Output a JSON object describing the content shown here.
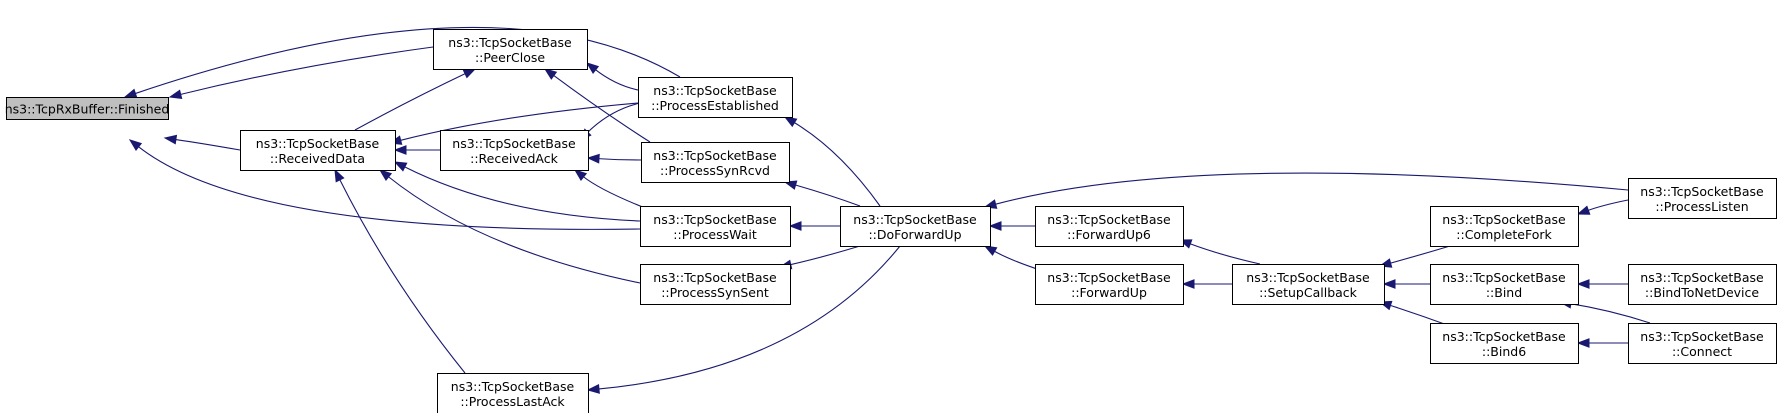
{
  "colors": {
    "edge": "#191970",
    "node_fill": "#ffffff",
    "node_fill_highlight": "#bfbfbf",
    "node_border": "#000000"
  },
  "nodes": [
    {
      "id": "finished",
      "lines": [
        "ns3::TcpRxBuffer::Finished"
      ],
      "highlight": true
    },
    {
      "id": "peerclose",
      "lines": [
        "ns3::TcpSocketBase",
        "::PeerClose"
      ]
    },
    {
      "id": "receiveddata",
      "lines": [
        "ns3::TcpSocketBase",
        "::ReceivedData"
      ]
    },
    {
      "id": "receivedack",
      "lines": [
        "ns3::TcpSocketBase",
        "::ReceivedAck"
      ]
    },
    {
      "id": "processlastack",
      "lines": [
        "ns3::TcpSocketBase",
        "::ProcessLastAck"
      ]
    },
    {
      "id": "processestablished",
      "lines": [
        "ns3::TcpSocketBase",
        "::ProcessEstablished"
      ]
    },
    {
      "id": "processsynrcvd",
      "lines": [
        "ns3::TcpSocketBase",
        "::ProcessSynRcvd"
      ]
    },
    {
      "id": "processwait",
      "lines": [
        "ns3::TcpSocketBase",
        "::ProcessWait"
      ]
    },
    {
      "id": "processsynsent",
      "lines": [
        "ns3::TcpSocketBase",
        "::ProcessSynSent"
      ]
    },
    {
      "id": "doforwardup",
      "lines": [
        "ns3::TcpSocketBase",
        "::DoForwardUp"
      ]
    },
    {
      "id": "forwardup6",
      "lines": [
        "ns3::TcpSocketBase",
        "::ForwardUp6"
      ]
    },
    {
      "id": "forwardup",
      "lines": [
        "ns3::TcpSocketBase",
        "::ForwardUp"
      ]
    },
    {
      "id": "setupcallback",
      "lines": [
        "ns3::TcpSocketBase",
        "::SetupCallback"
      ]
    },
    {
      "id": "completefork",
      "lines": [
        "ns3::TcpSocketBase",
        "::CompleteFork"
      ]
    },
    {
      "id": "bind",
      "lines": [
        "ns3::TcpSocketBase",
        "::Bind"
      ]
    },
    {
      "id": "bind6",
      "lines": [
        "ns3::TcpSocketBase",
        "::Bind6"
      ]
    },
    {
      "id": "processlisten",
      "lines": [
        "ns3::TcpSocketBase",
        "::ProcessListen"
      ]
    },
    {
      "id": "bindtonetdevice",
      "lines": [
        "ns3::TcpSocketBase",
        "::BindToNetDevice"
      ]
    },
    {
      "id": "connect",
      "lines": [
        "ns3::TcpSocketBase",
        "::Connect"
      ]
    }
  ],
  "edges": [
    {
      "from": "peerclose",
      "to": "finished"
    },
    {
      "from": "processestablished",
      "to": "finished"
    },
    {
      "from": "receiveddata",
      "to": "finished"
    },
    {
      "from": "processwait",
      "to": "finished"
    },
    {
      "from": "receiveddata",
      "to": "peerclose"
    },
    {
      "from": "processestablished",
      "to": "peerclose"
    },
    {
      "from": "processsynrcvd",
      "to": "peerclose"
    },
    {
      "from": "processestablished",
      "to": "receiveddata"
    },
    {
      "from": "receivedack",
      "to": "receiveddata"
    },
    {
      "from": "processwait",
      "to": "receiveddata"
    },
    {
      "from": "processsynsent",
      "to": "receiveddata"
    },
    {
      "from": "processlastack",
      "to": "receiveddata"
    },
    {
      "from": "processestablished",
      "to": "receivedack"
    },
    {
      "from": "processsynrcvd",
      "to": "receivedack"
    },
    {
      "from": "processwait",
      "to": "receivedack"
    },
    {
      "from": "doforwardup",
      "to": "processestablished"
    },
    {
      "from": "doforwardup",
      "to": "processsynrcvd"
    },
    {
      "from": "doforwardup",
      "to": "processwait"
    },
    {
      "from": "doforwardup",
      "to": "processsynsent"
    },
    {
      "from": "doforwardup",
      "to": "processlastack"
    },
    {
      "from": "forwardup6",
      "to": "doforwardup"
    },
    {
      "from": "forwardup",
      "to": "doforwardup"
    },
    {
      "from": "processlisten",
      "to": "doforwardup"
    },
    {
      "from": "setupcallback",
      "to": "forwardup6"
    },
    {
      "from": "setupcallback",
      "to": "forwardup"
    },
    {
      "from": "completefork",
      "to": "setupcallback"
    },
    {
      "from": "bind",
      "to": "setupcallback"
    },
    {
      "from": "bind6",
      "to": "setupcallback"
    },
    {
      "from": "processlisten",
      "to": "completefork"
    },
    {
      "from": "bindtonetdevice",
      "to": "bind"
    },
    {
      "from": "connect",
      "to": "bind"
    },
    {
      "from": "connect",
      "to": "bind6"
    }
  ]
}
